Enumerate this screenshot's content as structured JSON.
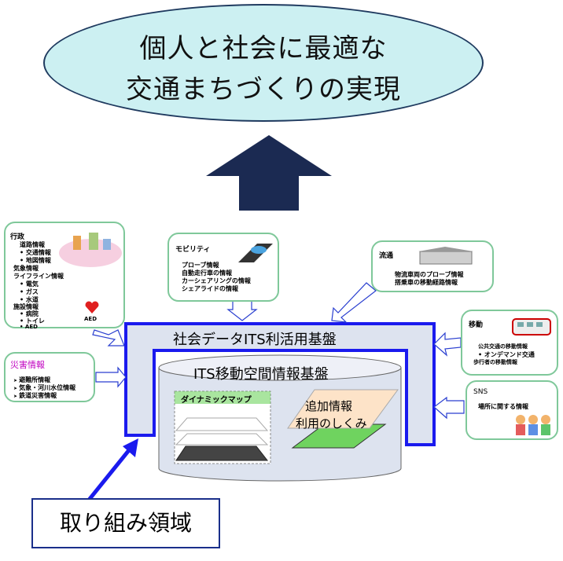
{
  "goal": {
    "line1": "個人と社会に最適な",
    "line2": "交通まちづくりの実現"
  },
  "platform": {
    "outer_label": "社会データITS利活用基盤",
    "inner_label": "ITS移動空間情報基盤"
  },
  "dynamic_map": {
    "label": "ダイナミックマップ"
  },
  "additional": {
    "line1": "追加情報",
    "line2": "利用のしくみ"
  },
  "focus": {
    "label": "取り組み領域"
  },
  "admin": {
    "title": "行政",
    "items": [
      "道路情報",
      "交通情報",
      "地図情報",
      "気象情報",
      "ライフライン情報",
      "電気",
      "ガス",
      "水道",
      "施設情報",
      "病院",
      "トイレ",
      "AED"
    ],
    "aed_label": "AED"
  },
  "disaster": {
    "title": "災害情報",
    "items": [
      "避難所情報",
      "気象・河川水位情報",
      "鉄道災害情報"
    ]
  },
  "mobility": {
    "title": "モビリティ",
    "items": [
      "プローブ情報",
      "自動走行車の情報",
      "カーシェアリングの情報",
      "シェアライドの情報"
    ]
  },
  "logistics": {
    "title": "流通",
    "items": [
      "物流車両のプローブ情報",
      "搭乗車の移動経路情報"
    ]
  },
  "transport": {
    "title": "移動",
    "items": [
      "公共交通の移動情報",
      "オンデマンド交通",
      "歩行者の移動情報"
    ]
  },
  "sns": {
    "title": "SNS",
    "items": [
      "場所に関する情報"
    ]
  },
  "colors": {
    "ellipse": "#ccf0f2",
    "arrow": "#1b2a52",
    "frame": "#1a1aee",
    "frame_fill": "#dde3ef",
    "box_border": "#7fc89a",
    "green": "#6fd35f",
    "peach": "#fde3c8"
  }
}
